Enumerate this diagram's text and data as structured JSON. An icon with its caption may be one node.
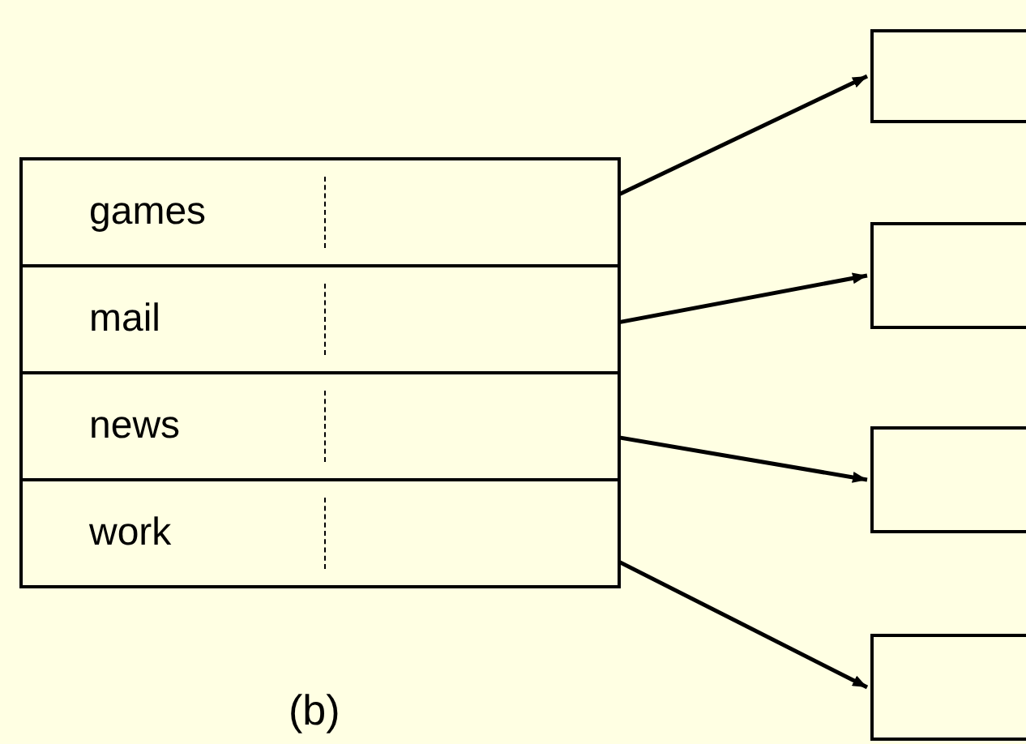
{
  "diagram": {
    "nodes": [
      {
        "text": [
          "games"
        ]
      },
      {
        "text": [
          "mail"
        ]
      },
      {
        "text": [
          "news"
        ]
      },
      {
        "text": [
          "work"
        ]
      },
      {
        "text": [],
        "shape": "box"
      },
      {
        "text": [],
        "shape": "box"
      },
      {
        "text": [],
        "shape": "box"
      },
      {
        "text": [],
        "shape": "box"
      }
    ],
    "edges": [
      {
        "from": 0,
        "to": 4,
        "arrow": "to"
      },
      {
        "from": 1,
        "to": 5,
        "arrow": "to"
      },
      {
        "from": 2,
        "to": 6,
        "arrow": "to"
      },
      {
        "from": 3,
        "to": 7,
        "arrow": "to"
      }
    ],
    "labels": [
      "(b)"
    ]
  }
}
